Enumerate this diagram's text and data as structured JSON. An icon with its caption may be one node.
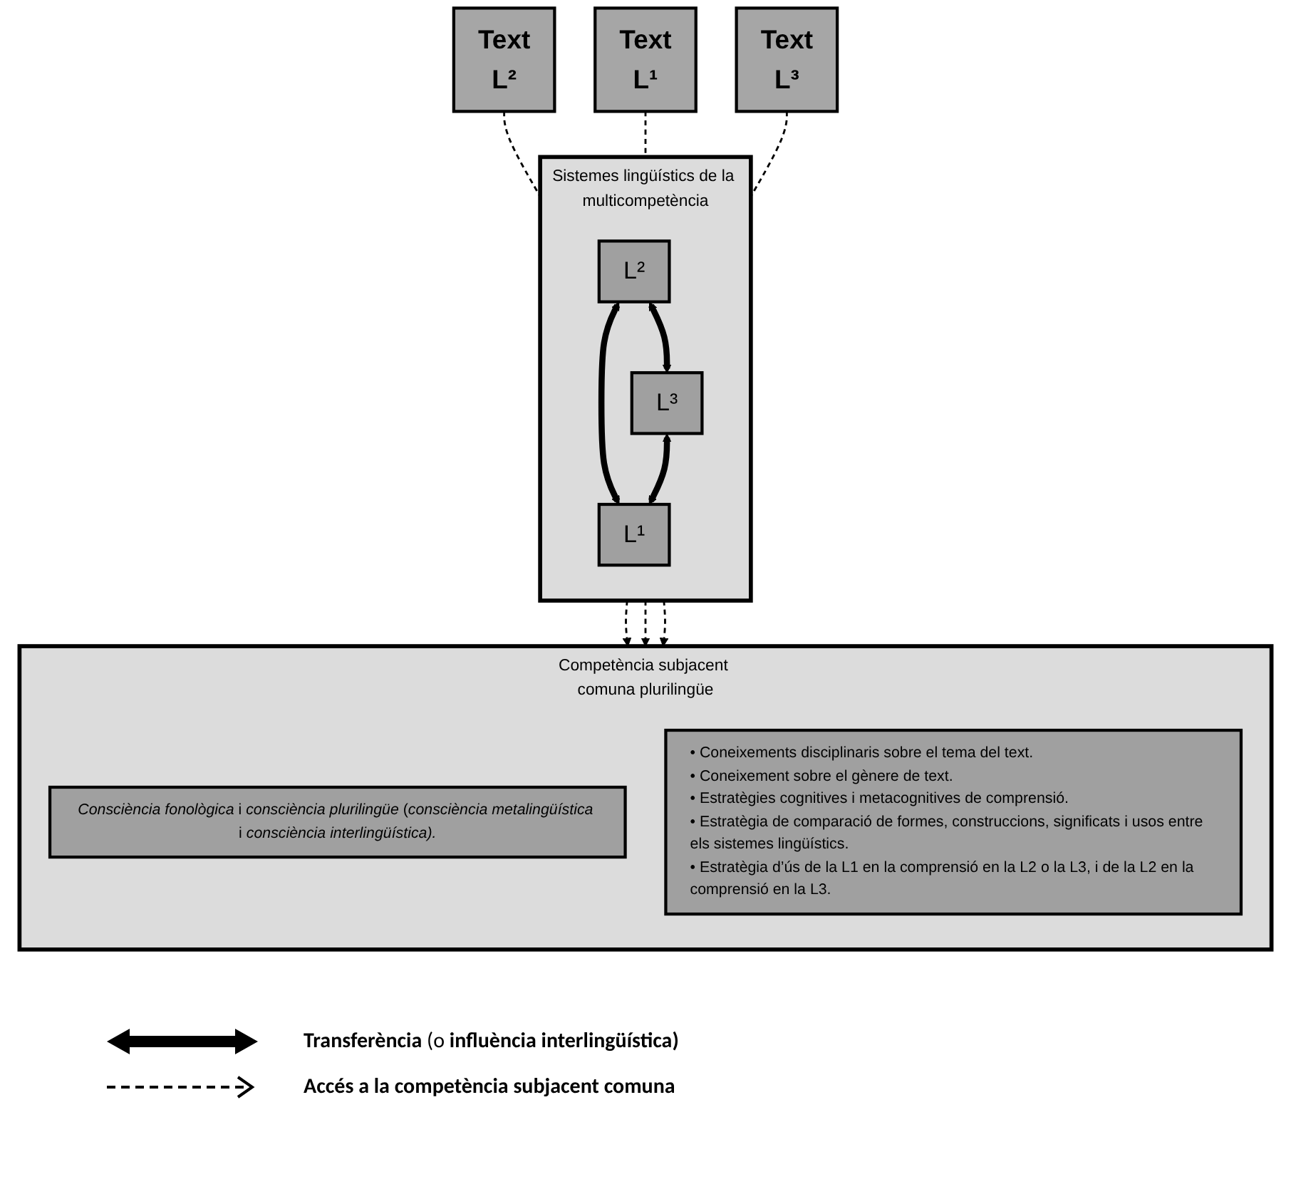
{
  "diagram": {
    "nodes": [
      {
        "text": [
          "Text",
          "L²"
        ]
      },
      {
        "text": [
          "Text",
          "L¹"
        ]
      },
      {
        "text": [
          "Text",
          "L³"
        ]
      },
      {
        "text": [
          "Sistemes lingüístics de la multicompetència"
        ]
      },
      {
        "text": [
          "L²"
        ],
        "in": 3
      },
      {
        "text": [
          "L³"
        ],
        "in": 3
      },
      {
        "text": [
          "L¹"
        ],
        "in": 3
      },
      {
        "text": [
          "Competència subjacent comuna plurilingüe"
        ]
      },
      {
        "text": [
          "*Consciència fonològica* i *consciència plurilingüe* (*consciència metalingüística* i *consciència interlingüística).*"
        ],
        "in": 7
      },
      {
        "text": [
          "• Coneixements disciplinaris sobre el tema del text.",
          "• Coneixement sobre el gènere de text.",
          "• Estratègies cognitives i metacognitives de comprensió.",
          "• Estratègia de comparació de formes, construccions, significats i usos entre els sistemes lingüístics.",
          "• Estratègia d’ús de la L1 en la comprensió en la L2 o la L3, i de la L2 en la comprensió en la L3."
        ],
        "in": 7
      }
    ],
    "edges": [
      {
        "from": 0,
        "to": 3,
        "arrow": "none",
        "style": "dashed"
      },
      {
        "from": 1,
        "to": 3,
        "arrow": "none",
        "style": "dashed"
      },
      {
        "from": 2,
        "to": 3,
        "arrow": "none",
        "style": "dashed"
      },
      {
        "from": 4,
        "to": 5,
        "arrow": "both",
        "style": "thick"
      },
      {
        "from": 4,
        "to": 6,
        "arrow": "both",
        "style": "thick"
      },
      {
        "from": 5,
        "to": 6,
        "arrow": "both",
        "style": "thick"
      },
      {
        "from": 3,
        "to": 7,
        "arrow": "to",
        "style": "dashed"
      },
      {
        "from": 3,
        "to": 7,
        "arrow": "to",
        "style": "dashed"
      },
      {
        "from": 3,
        "to": 7,
        "arrow": "to",
        "style": "dashed"
      }
    ],
    "legend": [
      {
        "text": "**Transferència** (o **influència interlingüística)**"
      },
      {
        "text": "**Accés a la competència subjacent comuna**"
      }
    ]
  }
}
